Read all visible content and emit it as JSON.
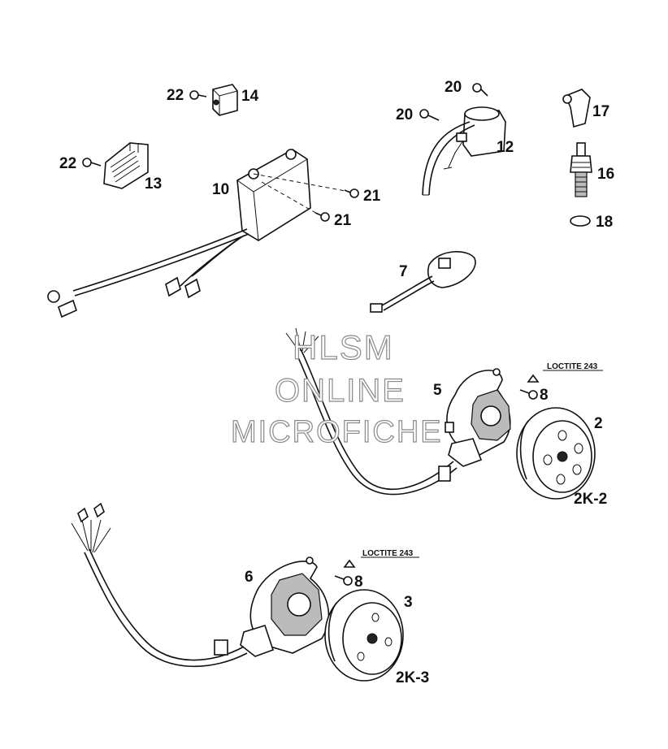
{
  "callouts": {
    "p2": "2",
    "p3": "3",
    "p5": "5",
    "p6": "6",
    "p7": "7",
    "p8a": "8",
    "p8b": "8",
    "p10": "10",
    "p12": "12",
    "p13": "13",
    "p14": "14",
    "p16": "16",
    "p17": "17",
    "p18": "18",
    "p20a": "20",
    "p20b": "20",
    "p21a": "21",
    "p21b": "21",
    "p22a": "22",
    "p22b": "22"
  },
  "notes": {
    "loctite_a": "LOCTITE 243",
    "loctite_b": "LOCTITE 243"
  },
  "variants": {
    "v2k2": "2K-2",
    "v2k3": "2K-3"
  },
  "watermark": {
    "line1": "HLSM",
    "line2": "ONLINE",
    "line3": "MICROFICHE"
  },
  "colors": {
    "ink": "#111111",
    "watermark_outline": "#8a8a8a",
    "background": "#ffffff"
  }
}
